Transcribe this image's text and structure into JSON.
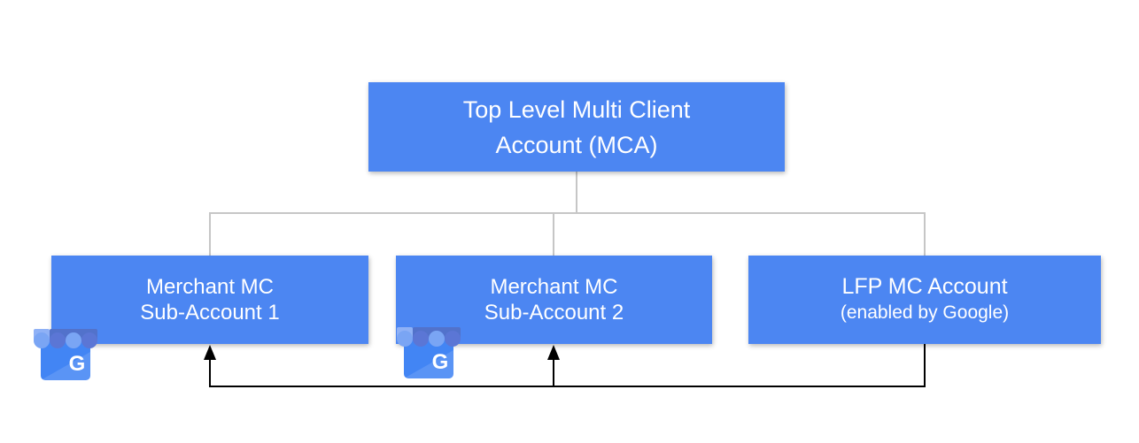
{
  "diagram": {
    "nodes": {
      "mca": {
        "line1": "Top Level Multi Client",
        "line2": "Account (MCA)"
      },
      "sub1": {
        "line1": "Merchant MC",
        "line2": "Sub-Account 1"
      },
      "sub2": {
        "line1": "Merchant MC",
        "line2": "Sub-Account 2"
      },
      "lfp": {
        "line1": "LFP MC Account",
        "line2": "(enabled by Google)"
      }
    },
    "edges": [
      {
        "from": "mca",
        "to": "sub1",
        "style": "tree-line"
      },
      {
        "from": "mca",
        "to": "sub2",
        "style": "tree-line"
      },
      {
        "from": "mca",
        "to": "lfp",
        "style": "tree-line"
      },
      {
        "from": "lfp",
        "to": "sub1",
        "style": "black-arrow"
      },
      {
        "from": "lfp",
        "to": "sub2",
        "style": "black-arrow"
      }
    ],
    "icons": {
      "g_letter": "G"
    },
    "colors": {
      "background": "#FFFFFF",
      "node_fill": "#4C86F2",
      "node_text": "#FFFFFF",
      "tree_line": "#C6C6C6",
      "arrow_line": "#000000",
      "icon_body": "#4285F4",
      "icon_awning_light": "#7AA5F4",
      "icon_awning_dark": "#5B76D5",
      "icon_band_light": "#8FB1F6",
      "icon_band_dark": "#5272CB"
    }
  }
}
